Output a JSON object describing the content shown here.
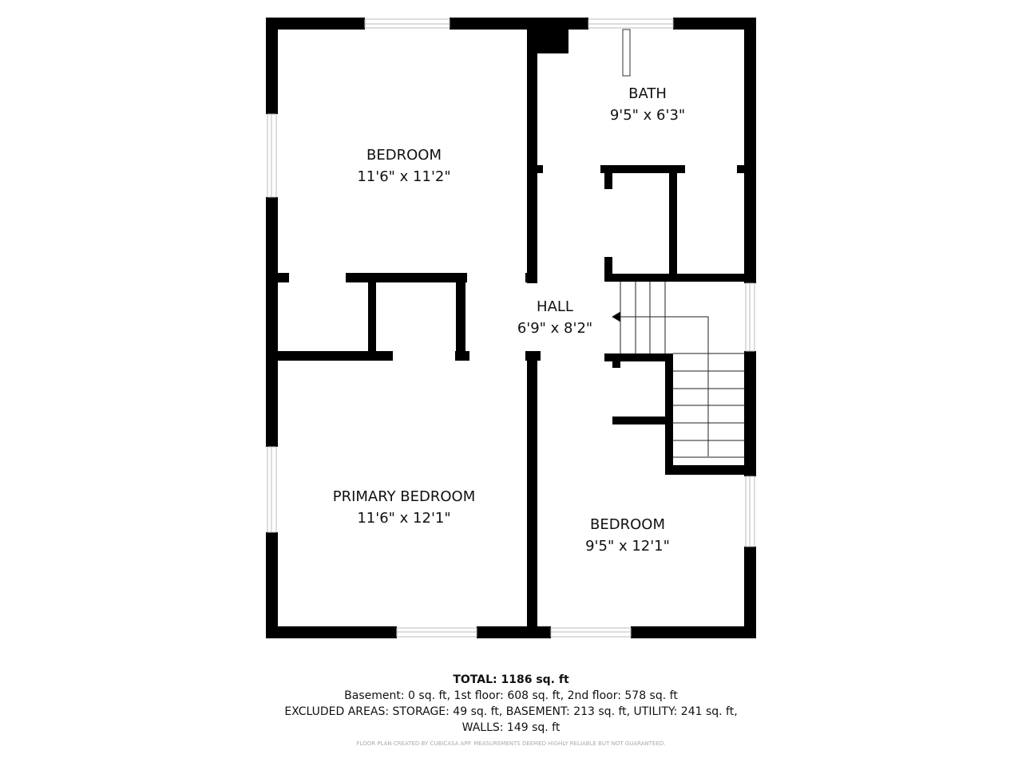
{
  "rooms": [
    {
      "name": "BEDROOM",
      "dims": "11'6\" x 11'2\""
    },
    {
      "name": "BATH",
      "dims": "9'5\" x 6'3\""
    },
    {
      "name": "HALL",
      "dims": "6'9\" x 8'2\""
    },
    {
      "name": "PRIMARY BEDROOM",
      "dims": "11'6\" x 12'1\""
    },
    {
      "name": "BEDROOM",
      "dims": "9'5\" x 12'1\""
    }
  ],
  "summary": {
    "total": "TOTAL: 1186 sq. ft",
    "floors": "Basement: 0 sq. ft, 1st floor: 608 sq. ft, 2nd floor: 578 sq. ft",
    "excluded": "EXCLUDED AREAS: STORAGE: 49 sq. ft, BASEMENT: 213 sq. ft, UTILITY: 241 sq. ft,",
    "walls": "WALLS: 149 sq. ft"
  },
  "disclaimer": "FLOOR PLAN CREATED BY CUBICASA APP. MEASUREMENTS DEEMED HIGHLY RELIABLE BUT NOT GUARANTEED.",
  "colors": {
    "wall": "#000000",
    "background": "#ffffff"
  }
}
